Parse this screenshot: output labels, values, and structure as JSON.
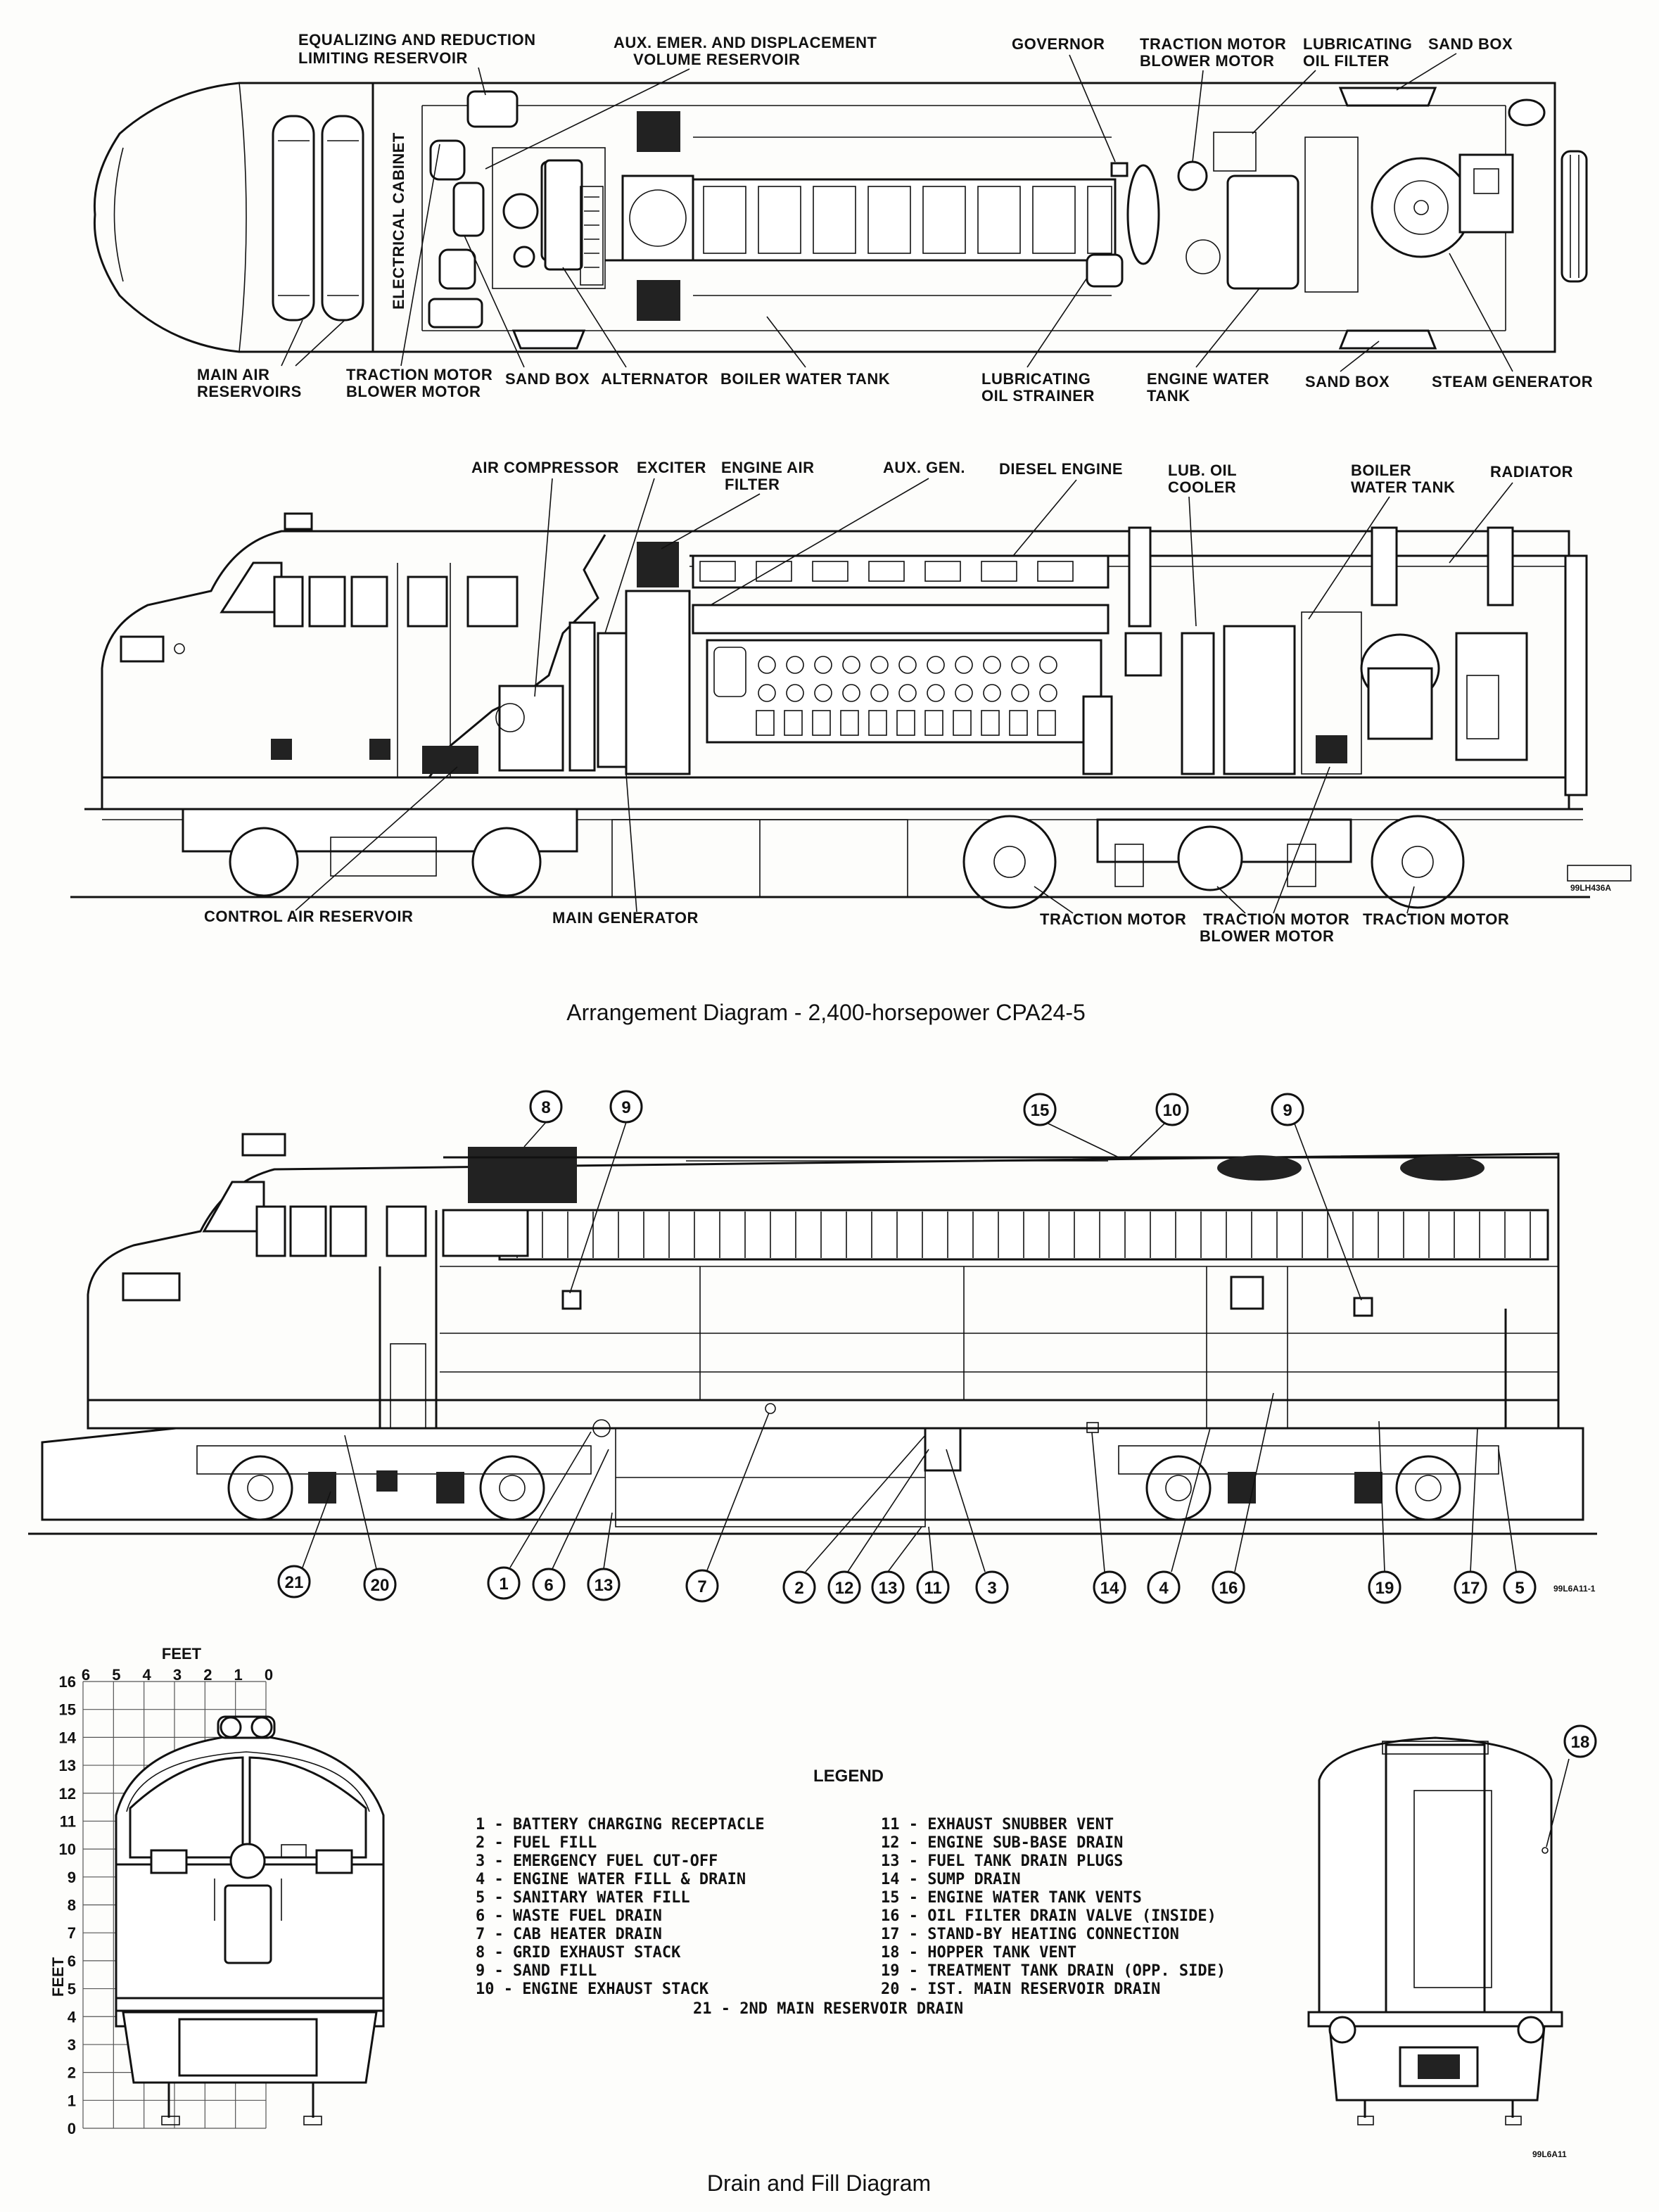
{
  "captions": {
    "arrangement": "Arrangement Diagram - 2,400-horsepower CPA24-5",
    "drain_fill": "Drain and Fill Diagram"
  },
  "plan_labels_top": [
    "EQUALIZING AND REDUCTION",
    "LIMITING RESERVOIR",
    "AUX. EMER. AND DISPLACEMENT",
    "VOLUME RESERVOIR",
    "GOVERNOR",
    "TRACTION MOTOR",
    "BLOWER MOTOR",
    "LUBRICATING",
    "OIL FILTER",
    "SAND BOX"
  ],
  "plan_labels_bottom": [
    "MAIN AIR",
    "RESERVOIRS",
    "TRACTION MOTOR",
    "BLOWER MOTOR",
    "SAND BOX",
    "ALTERNATOR",
    "BOILER WATER TANK",
    "LUBRICATING",
    "OIL STRAINER",
    "ENGINE WATER",
    "TANK",
    "SAND BOX",
    "STEAM  GENERATOR"
  ],
  "plan_inner": {
    "electrical_cabinet": "ELECTRICAL CABINET"
  },
  "elev_labels_top": [
    "AIR COMPRESSOR",
    "EXCITER",
    "ENGINE AIR",
    "FILTER",
    "AUX. GEN.",
    "DIESEL ENGINE",
    "LUB. OIL",
    "COOLER",
    "BOILER",
    "WATER TANK",
    "RADIATOR"
  ],
  "elev_labels_bottom": [
    "CONTROL  AIR RESERVOIR",
    "MAIN GENERATOR",
    "TRACTION MOTOR",
    "TRACTION MOTOR",
    "BLOWER MOTOR",
    "TRACTION MOTOR"
  ],
  "drawing_numbers": [
    "99LH436A",
    "99L6A11-1",
    "99L6A11"
  ],
  "callouts_top": [
    "8",
    "9",
    "15",
    "10",
    "9"
  ],
  "callouts_bottom": [
    "21",
    "20",
    "1",
    "6",
    "13",
    "7",
    "2",
    "12",
    "13",
    "11",
    "3",
    "14",
    "4",
    "16",
    "19",
    "17",
    "5"
  ],
  "callout_end": "18",
  "scale": {
    "title": "FEET",
    "side_label": "FEET",
    "x_ticks": [
      "6",
      "5",
      "4",
      "3",
      "2",
      "1",
      "0"
    ],
    "y_ticks": [
      "16",
      "15",
      "14",
      "13",
      "12",
      "11",
      "10",
      "9",
      "8",
      "7",
      "6",
      "5",
      "4",
      "3",
      "2",
      "1",
      "0"
    ]
  },
  "legend": {
    "title": "LEGEND",
    "left": [
      "1 - BATTERY CHARGING RECEPTACLE",
      "2 - FUEL FILL",
      "3 - EMERGENCY FUEL CUT-OFF",
      "4 - ENGINE WATER FILL & DRAIN",
      "5 - SANITARY WATER FILL",
      "6 - WASTE FUEL DRAIN",
      "7 - CAB HEATER DRAIN",
      "8 - GRID EXHAUST STACK",
      "9 - SAND FILL",
      "10 - ENGINE EXHAUST STACK"
    ],
    "right": [
      "11 - EXHAUST SNUBBER VENT",
      "12 - ENGINE SUB-BASE DRAIN",
      "13 - FUEL TANK DRAIN PLUGS",
      "14 - SUMP DRAIN",
      "15 - ENGINE WATER TANK VENTS",
      "16 - OIL FILTER DRAIN VALVE (INSIDE)",
      "17 - STAND-BY HEATING CONNECTION",
      "18 - HOPPER TANK VENT",
      "19 - TREATMENT TANK DRAIN (OPP. SIDE)",
      "20 - IST. MAIN RESERVOIR DRAIN"
    ],
    "last": "21 - 2ND MAIN RESERVOIR DRAIN"
  }
}
